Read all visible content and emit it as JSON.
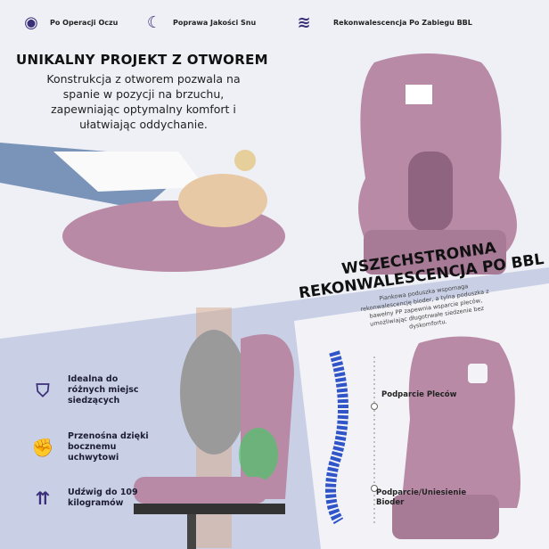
{
  "top_features": [
    {
      "label": "Po Operacji Oczu",
      "icon": "eye-icon"
    },
    {
      "label": "Poprawa Jakości Snu",
      "icon": "sleep-icon"
    },
    {
      "label": "Rekonwalescencja Po Zabiegu BBL",
      "icon": "waves-icon"
    }
  ],
  "hero": {
    "title": "UNIKALNY PROJEKT Z OTWOREM",
    "text": "Konstrukcja z otworem pozwala na spanie w pozycji na brzuchu, zapewniając optymalny komfort i ułatwiając oddychanie."
  },
  "section2": {
    "title_line1": "WSZECHSTRONNA",
    "title_line2": "REKONWALESCENCJA PO BBL",
    "text": "Piankowa poduszka wspomaga rekonwalescencję bioder, a tylna poduszka z bawełny PP zapewnia wsparcie pleców, umożliwiając długotrwałe siedzenie bez dyskomfortu."
  },
  "side_features": [
    {
      "label": "Idealna do różnych miejsc siedzących",
      "icon": "hips-icon"
    },
    {
      "label": "Przenośna dzięki bocznemu uchwytowi",
      "icon": "hand-grip-icon"
    },
    {
      "label": "Udźwig do 109 kilogramów",
      "icon": "load-capacity-icon"
    }
  ],
  "callouts": {
    "back": "Podparcie Pleców",
    "hips": "Podparcie/Uniesienie Bioder"
  },
  "colors": {
    "pillow": "#b88aa6",
    "icon": "#3b2f7a",
    "lower_bg": "#c9d0e6"
  }
}
